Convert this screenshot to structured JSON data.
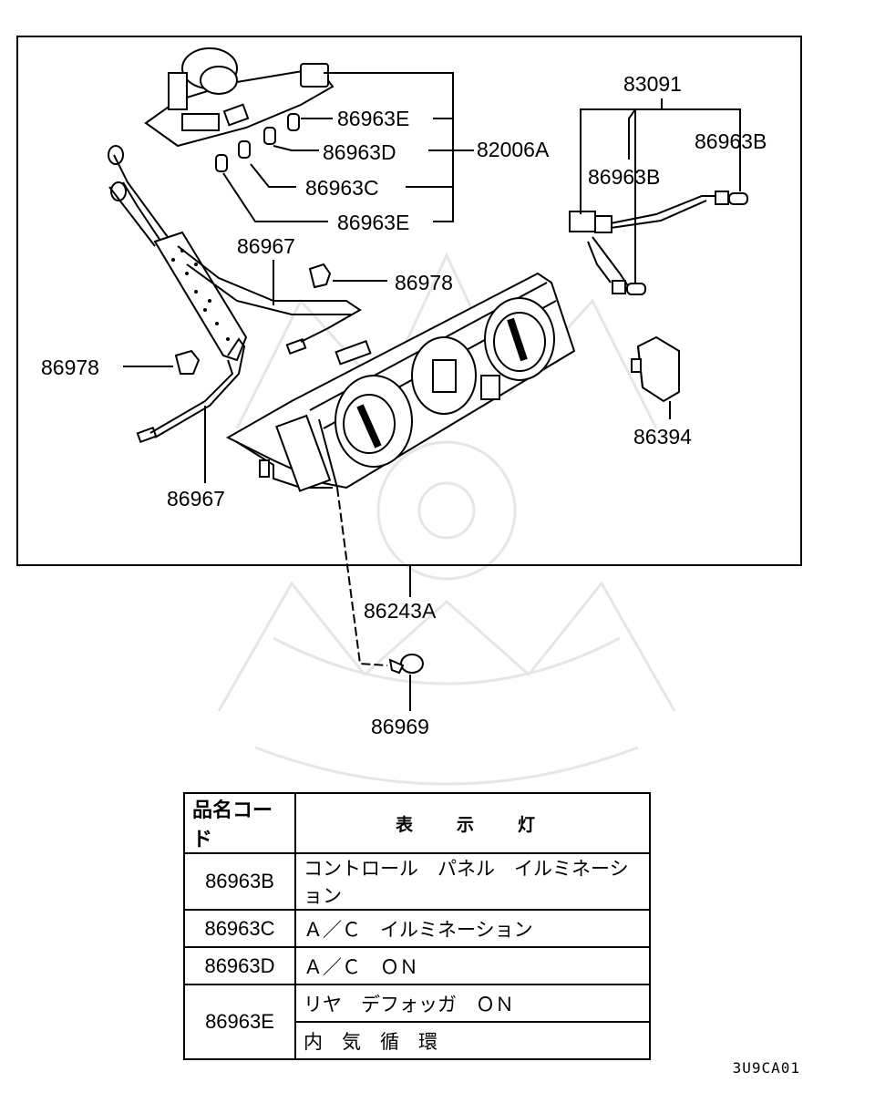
{
  "parts": {
    "p86963E_top": "86963E",
    "p86963D": "86963D",
    "p82006A": "82006A",
    "p86963C": "86963C",
    "p86963E_bottom": "86963E",
    "p83091": "83091",
    "p86963B_right": "86963B",
    "p86963B_mid": "86963B",
    "p86967_top": "86967",
    "p86978_right": "86978",
    "p86978_left": "86978",
    "p86394": "86394",
    "p86967_bottom": "86967",
    "p86243A": "86243A",
    "p86969": "86969"
  },
  "table": {
    "header": {
      "code": "品名コード",
      "desc": "表示灯"
    },
    "rows": [
      {
        "code": "86963B",
        "desc": "コントロール　パネル　イルミネーション"
      },
      {
        "code": "86963C",
        "desc": "Ａ／Ｃ　イルミネーション"
      },
      {
        "code": "86963D",
        "desc": "Ａ／Ｃ　ＯＮ"
      },
      {
        "code": "86963E",
        "desc": "リヤ　デフォッガ　ＯＮ",
        "desc2": "内　気　循　環"
      }
    ]
  },
  "footer": {
    "code": "3U9CA01"
  }
}
